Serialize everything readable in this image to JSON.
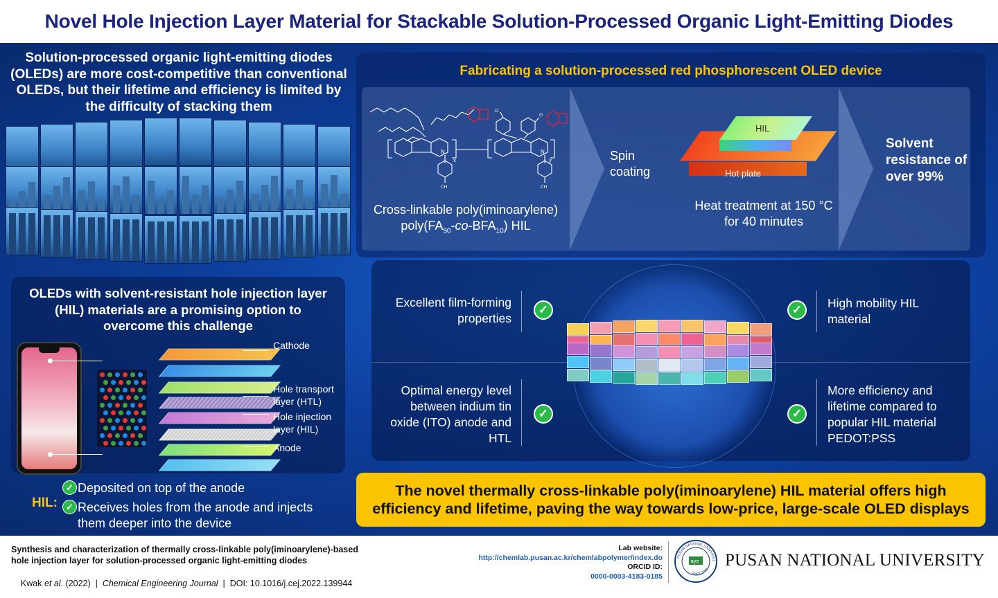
{
  "title": "Novel Hole Injection Layer Material for Stackable Solution-Processed Organic Light-Emitting Diodes",
  "intro": {
    "text": "Solution-processed organic light-emitting diodes (OLEDs) are more cost-competitive than conventional OLEDs, but their lifetime and efficiency is limited by the difficulty of stacking them"
  },
  "hil_panel": {
    "heading": "OLEDs with solvent-resistant hole injection layer (HIL) materials are a promising option to overcome this challenge",
    "layers": {
      "cathode": "Cathode",
      "htl": "Hole transport layer (HTL)",
      "hil": "Hole injection layer (HIL)",
      "anode": "Anode"
    },
    "hil_label": "HIL:",
    "bullet_1": "Deposited on top of the anode",
    "bullet_2": "Receives holes from the anode and injects them deeper into the device"
  },
  "fabrication": {
    "heading": "Fabricating a solution-processed red phosphorescent OLED device",
    "polymer_line1": "Cross-linkable poly(iminoarylene)",
    "polymer_line2_a": "poly(FA",
    "polymer_sub_1": "90",
    "polymer_line2_b": "-",
    "polymer_italic": "co",
    "polymer_line2_c": "-BFA",
    "polymer_sub_2": "10",
    "polymer_line2_d": ") HIL",
    "step_spin": "Spin coating",
    "hil_block_label": "HIL",
    "hotplate_label": "Hot plate",
    "heat_line1": "Heat treatment at 150 °C",
    "heat_line2": "for 40 minutes",
    "result": "Solvent resistance of over 99%",
    "chem": {
      "n": "N",
      "x": "x",
      "y": "y",
      "ch3": "CH",
      "sub3": "3",
      "o": "O"
    }
  },
  "benefits": {
    "b1": "Excellent film-forming properties",
    "b2": "High mobility HIL material",
    "b3": "Optimal energy level between indium tin oxide (ITO) anode and HTL",
    "b4": "More efficiency and lifetime compared to popular HIL material PEDOT:PSS",
    "check": "✓"
  },
  "summary": "The novel thermally cross-linkable poly(iminoarylene) HIL material offers high efficiency and lifetime, paving the way towards low-price, large-scale OLED displays",
  "footer": {
    "paper_title_1": "Synthesis and characterization of thermally cross-linkable poly(iminoarylene)-based",
    "paper_title_2": "hole injection layer for solution-processed organic light-emitting diodes",
    "authors": "Kwak ",
    "etal": "et al.",
    "year": " (2022)  |  ",
    "journal": "Chemical Engineering Journal",
    "doi": "  |  DOI: 10.1016/j.cej.2022.139944",
    "lab_label": "Lab website:",
    "lab_url": "http://chemlab.pusan.ac.kr/chemlabpolymer/index.do",
    "orcid_label": "ORCID ID:",
    "orcid": "0000-0003-4183-0185",
    "university": "PUSAN NATIONAL UNIVERSITY",
    "seal_top": "PUSAN NATIONAL UNIVERSITY",
    "seal_bottom": "SINCE 1946",
    "seal_center": "aye"
  }
}
